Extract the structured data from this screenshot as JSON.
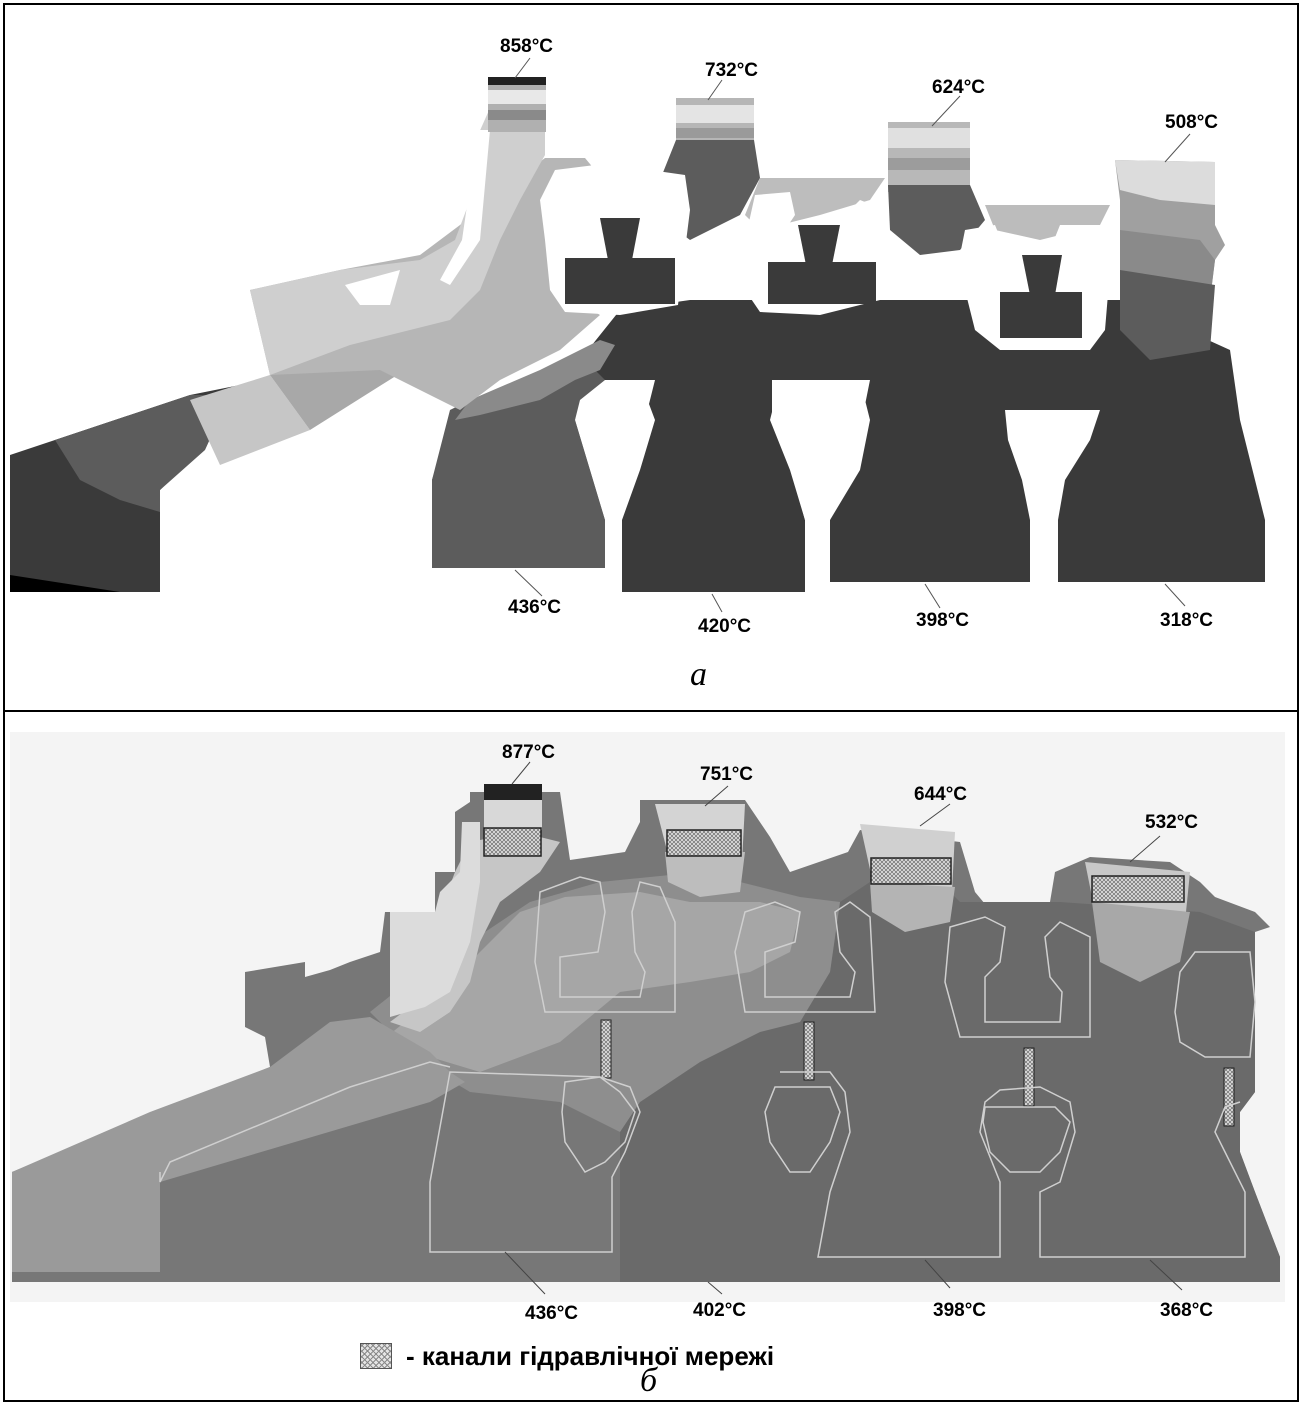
{
  "panel_a": {
    "caption": "а",
    "top_labels": [
      "858°C",
      "732°C",
      "624°C",
      "508°C"
    ],
    "bottom_labels": [
      "436°C",
      "420°C",
      "398°C",
      "318°C"
    ]
  },
  "panel_b": {
    "caption": "б",
    "top_labels": [
      "877°C",
      "751°C",
      "644°C",
      "532°C"
    ],
    "bottom_labels": [
      "436°C",
      "402°C",
      "398°C",
      "368°C"
    ],
    "legend": "- канали гідравлічної мережі"
  },
  "colors": {
    "dark": "#3a3a3a",
    "mid_dark": "#5c5c5c",
    "mid": "#8a8a8a",
    "light": "#b6b6b6",
    "lighter": "#cfcfcf",
    "panel_b_base": "#777777",
    "panel_b_light": "#9a9a9a",
    "panel_b_dark": "#6a6a6a"
  }
}
